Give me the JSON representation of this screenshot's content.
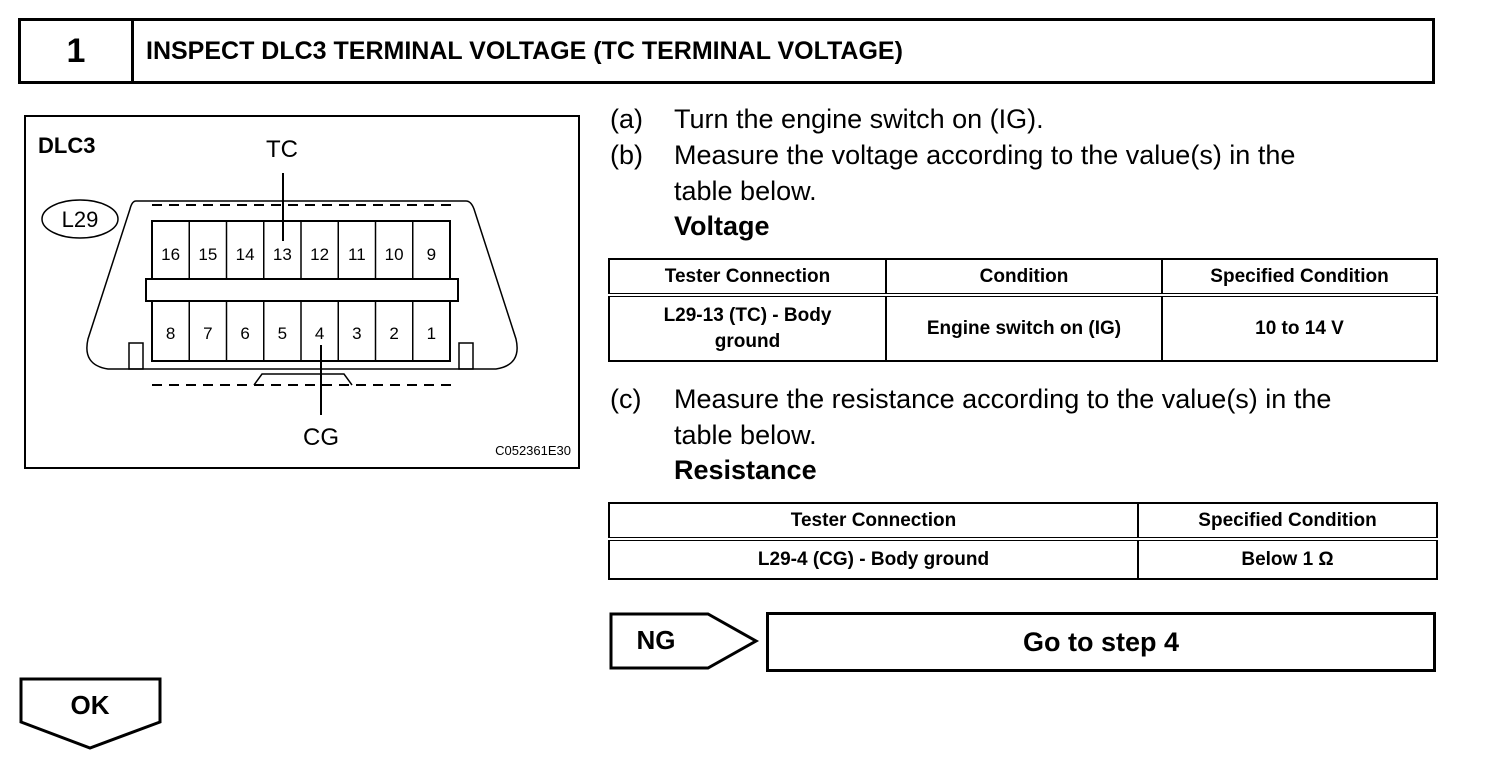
{
  "header": {
    "step_number": "1",
    "title": "INSPECT DLC3 TERMINAL VOLTAGE (TC TERMINAL VOLTAGE)"
  },
  "figure": {
    "label": "DLC3",
    "connector_id": "L29",
    "tc_label": "TC",
    "cg_label": "CG",
    "code": "C052361E30",
    "top_pins": [
      "16",
      "15",
      "14",
      "13",
      "12",
      "11",
      "10",
      "9"
    ],
    "bottom_pins": [
      "8",
      "7",
      "6",
      "5",
      "4",
      "3",
      "2",
      "1"
    ]
  },
  "steps": {
    "a": {
      "label": "(a)",
      "text": "Turn the engine switch on (IG)."
    },
    "b": {
      "label": "(b)",
      "line1": "Measure the voltage according to the value(s) in the",
      "line2": "table below.",
      "subhead": "Voltage"
    },
    "c": {
      "label": "(c)",
      "line1": "Measure the resistance according to the value(s) in the",
      "line2": "table below.",
      "subhead": "Resistance"
    }
  },
  "voltage_table": {
    "headers": [
      "Tester Connection",
      "Condition",
      "Specified Condition"
    ],
    "row": {
      "connection_line1": "L29-13 (TC) - Body",
      "connection_line2": "ground",
      "condition": "Engine switch on (IG)",
      "spec": "10 to 14 V"
    }
  },
  "resistance_table": {
    "headers": [
      "Tester Connection",
      "Specified Condition"
    ],
    "row": {
      "connection": "L29-4 (CG) - Body ground",
      "spec": "Below 1 Ω"
    }
  },
  "ng": {
    "label": "NG",
    "action": "Go to step 4"
  },
  "ok": {
    "label": "OK"
  }
}
